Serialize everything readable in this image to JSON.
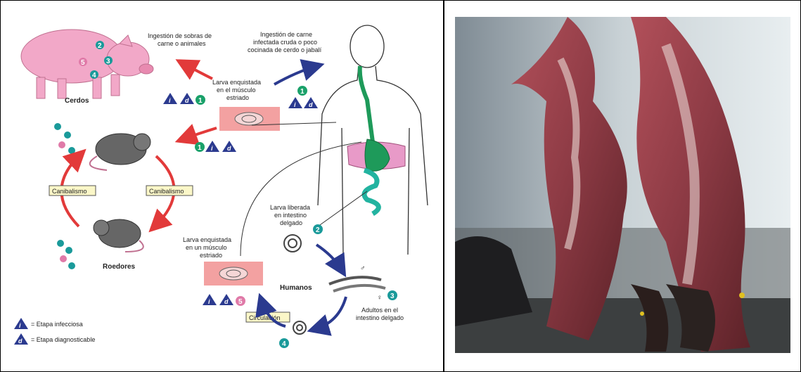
{
  "diagram": {
    "labels": {
      "ingestion_pigs": [
        "Ingestión de sobras de",
        "carne o animales"
      ],
      "ingestion_humans": [
        "Ingestión de carne",
        "infectada cruda o poco",
        "cocinada de cerdo o jabalí"
      ],
      "larva_muscle_top": [
        "Larva enquistada",
        "en el músculo",
        "estriado"
      ],
      "pigs": "Cerdos",
      "cannibalism_left": "Canibalismo",
      "cannibalism_right": "Canibalismo",
      "rodents": "Roedores",
      "larva_released": [
        "Larva liberada",
        "en intestino",
        "delgado"
      ],
      "larva_muscle_bottom": [
        "Larva enquistada",
        "en un músculo",
        "estriado"
      ],
      "humans": "Humanos",
      "adults": [
        "Adultos en el",
        "intestino delgado"
      ],
      "circulation": "Circulación",
      "male_symbol": "♂",
      "female_symbol": "♀"
    },
    "stages": [
      "1",
      "2",
      "3",
      "4",
      "5"
    ],
    "letters": {
      "infective": "i",
      "diagnostic": "d"
    },
    "legend": [
      {
        "letter": "i",
        "text": "= Etapa infecciosa"
      },
      {
        "letter": "d",
        "text": "= Etapa diagnosticable"
      }
    ],
    "colors": {
      "arrow_red": "#e23a3a",
      "arrow_blue": "#2b3a8f",
      "stage_green": "#1aa16a",
      "stage_teal": "#1a9a9a",
      "stage_pink": "#e07aa8",
      "intestine": "#22b3a0",
      "esophagus": "#1e9a5a",
      "liver": "#e89ac8",
      "pig": "#f2a8c8",
      "muscle": "#f08a8a"
    }
  },
  "photo": {
    "subject_icon": "hanging-carcass-photo"
  }
}
